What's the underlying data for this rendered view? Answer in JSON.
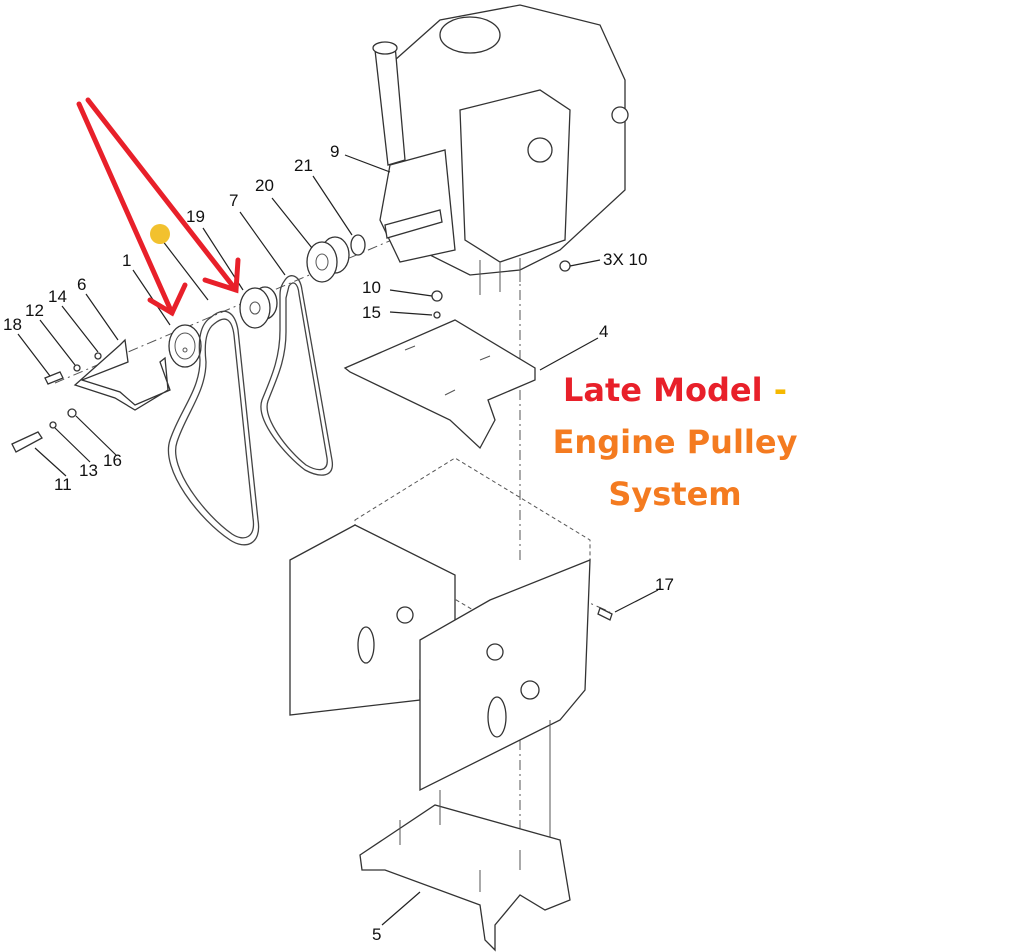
{
  "title": {
    "line1": "Late Model",
    "dash": "-",
    "line2": "Engine Pulley",
    "line3": "System",
    "color_line1": "#e8202a",
    "color_dash": "#f5b800",
    "color_rest": "#f47b20"
  },
  "callouts": {
    "c1": "1",
    "c19": "19",
    "c7": "7",
    "c20": "20",
    "c21": "21",
    "c9": "9",
    "c12": "12",
    "c14": "14",
    "c6": "6",
    "c18": "18",
    "c11": "11",
    "c13": "13",
    "c16": "16",
    "c10": "10",
    "c15": "15",
    "c3x10": "3X 10",
    "c4": "4",
    "c17": "17",
    "c5": "5"
  },
  "colors": {
    "arrow": "#e8202a",
    "marker": "#f2c12e"
  }
}
